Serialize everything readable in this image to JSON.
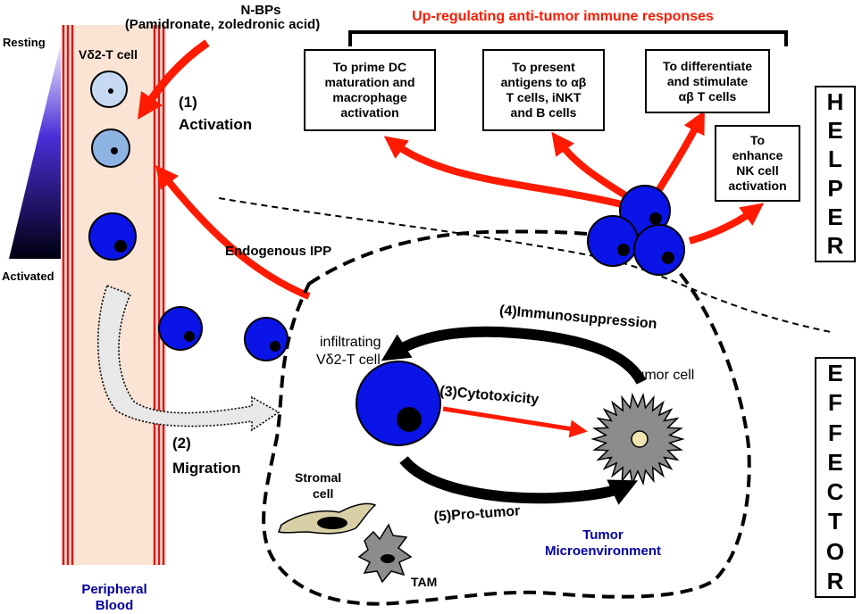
{
  "nbps": {
    "line1": "N-BPs",
    "line2": "(Pamidronate, zoledronic acid)"
  },
  "gradient": {
    "top_label": "Resting",
    "bottom_label": "Activated"
  },
  "vessel": {
    "cell_label": "Vδ2-T cell",
    "bottom_line1": "Peripheral",
    "bottom_line2": "Blood"
  },
  "steps": {
    "activation_num": "(1)",
    "activation": "Activation",
    "migration_num": "(2)",
    "migration": "Migration",
    "cytotoxicity": "(3)Cytotoxicity",
    "immunosuppression": "(4)Immunosuppression",
    "protumor": "(5)Pro-tumor"
  },
  "endogenous": "Endogenous IPP",
  "helper_title": "Up-regulating anti-tumor immune responses",
  "boxes": [
    {
      "text": "To prime DC\nmaturation and\nmacrophage\nactivation"
    },
    {
      "text": "To present\nantigens to αβ\nT cells, iNKT\nand B cells"
    },
    {
      "text": "To differentiate\nand stimulate\nαβ T cells"
    },
    {
      "text": "To\nenhance\nNK cell\nactivation"
    }
  ],
  "helper_letters": [
    "H",
    "E",
    "L",
    "P",
    "E",
    "R"
  ],
  "effector_letters": [
    "E",
    "F",
    "F",
    "E",
    "C",
    "T",
    "O",
    "R"
  ],
  "tme": {
    "infiltrating1": "infiltrating",
    "infiltrating2": "Vδ2-T cell",
    "tumor_cell": "tumor cell",
    "stromal1": "Stromal",
    "stromal2": "cell",
    "tam": "TAM",
    "env1": "Tumor",
    "env2": "Microenvironment"
  },
  "colors": {
    "red": "#ff1a00",
    "blue": "#0a14e6",
    "vessel": "#fbe4d4",
    "navy": "#0000a0"
  }
}
